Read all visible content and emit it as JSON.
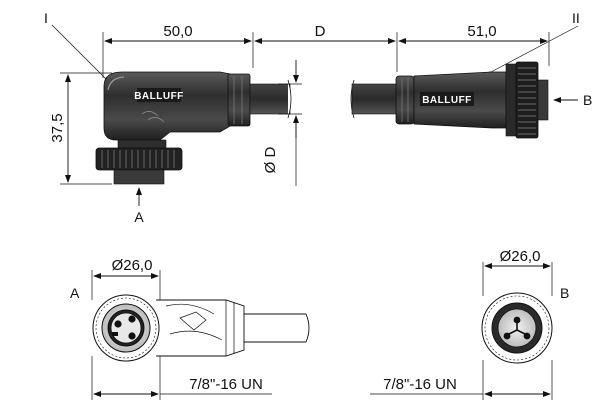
{
  "top_view": {
    "dim_left_length": "50,0",
    "dim_cable_length": "D",
    "dim_right_length": "51,0",
    "dim_height": "37,5",
    "dim_cable_diameter": "D",
    "label_left_connector": "I",
    "label_right_connector": "II",
    "view_arrow_left": "A",
    "view_arrow_right": "B",
    "brand_text": "BALLUFF"
  },
  "end_views": {
    "left_view_label": "A",
    "left_diameter": "26,0",
    "left_thread": "7/8\"-16 UN",
    "right_view_label": "B",
    "right_diameter": "26,0",
    "right_thread": "7/8\"-16 UN"
  },
  "colors": {
    "body_dark": "#3a3a3a",
    "body_mid": "#6b6b6b",
    "line": "#111111",
    "background": "#ffffff"
  }
}
